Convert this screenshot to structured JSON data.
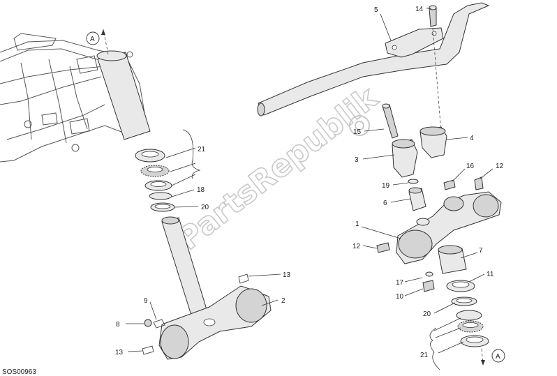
{
  "watermark": "PartsRepublik",
  "diagram_code": "SOS00963",
  "callouts": {
    "A_left": "A",
    "A_right": "A",
    "p21_left": "21",
    "p18": "18",
    "p20_left": "20",
    "p13_top": "13",
    "p2": "2",
    "p9": "9",
    "p8": "8",
    "p13_bottom": "13",
    "p5": "5",
    "p14": "14",
    "p15": "15",
    "p4": "4",
    "p3": "3",
    "p16": "16",
    "p12_top": "12",
    "p19": "19",
    "p6": "6",
    "p1": "1",
    "p12_left": "12",
    "p7": "7",
    "p11": "11",
    "p17": "17",
    "p10": "10",
    "p20_right": "20",
    "p21_right": "21"
  }
}
